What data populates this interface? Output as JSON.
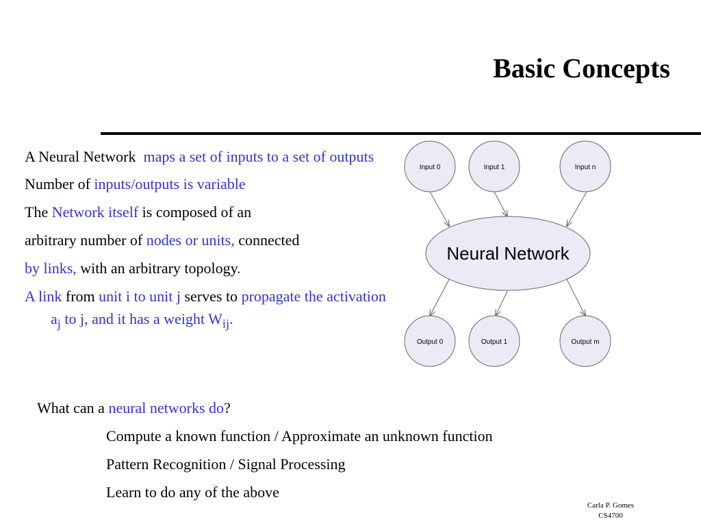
{
  "title": "Basic Concepts",
  "body": {
    "line1_a": "A Neural Network",
    "line1_b": "maps a set of inputs to a set of outputs",
    "line2_a": "Number of ",
    "line2_b": "inputs/outputs is variable",
    "line3_a": "The ",
    "line3_b": "Network itself",
    "line3_c": " is composed of an",
    "line4_a": "arbitrary number of ",
    "line4_b": "nodes or units,",
    "line4_c": " connected",
    "line5_a": "by links,",
    "line5_b": "  with an arbitrary topology",
    "line5_c": ".",
    "line6_a": "A link",
    "line6_b": " from ",
    "line6_c": "unit i to unit j",
    "line6_d": " serves to ",
    "line6_e": "propagate the activation a",
    "line6_f": "j",
    "line6_g": " to j, and it has a weight W",
    "line6_h": "ij",
    "line6_i": "."
  },
  "question": {
    "prefix": "What can a ",
    "highlight": "neural networks do",
    "suffix": "?"
  },
  "answers": [
    "Compute a known function / Approximate an unknown function",
    "Pattern Recognition / Signal Processing",
    "Learn to do any of the above"
  ],
  "diagram": {
    "center": "Neural Network",
    "inputs": [
      "Input 0",
      "Input 1",
      "Input n"
    ],
    "outputs": [
      "Output 0",
      "Output 1",
      "Output m"
    ],
    "colors": {
      "node_fill": "#ebebf7",
      "node_stroke": "#666666"
    }
  },
  "footer": {
    "author": "Carla P. Gomes",
    "course": "CS4700"
  }
}
